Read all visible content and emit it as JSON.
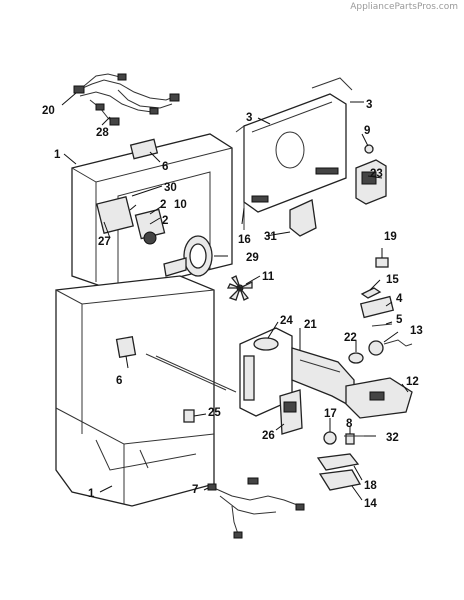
{
  "source": "AppliancePartsPros.com",
  "callouts": [
    {
      "id": "c20",
      "label": "20"
    },
    {
      "id": "c28",
      "label": "28"
    },
    {
      "id": "c3a",
      "label": "3"
    },
    {
      "id": "c3b",
      "label": "3"
    },
    {
      "id": "c9",
      "label": "9"
    },
    {
      "id": "c1a",
      "label": "1"
    },
    {
      "id": "c6a",
      "label": "6"
    },
    {
      "id": "c23",
      "label": "23"
    },
    {
      "id": "c30",
      "label": "30"
    },
    {
      "id": "c2a",
      "label": "2"
    },
    {
      "id": "c10",
      "label": "10"
    },
    {
      "id": "c2b",
      "label": "2"
    },
    {
      "id": "c27",
      "label": "27"
    },
    {
      "id": "c16",
      "label": "16"
    },
    {
      "id": "c31",
      "label": "31"
    },
    {
      "id": "c19",
      "label": "19"
    },
    {
      "id": "c29",
      "label": "29"
    },
    {
      "id": "c11",
      "label": "11"
    },
    {
      "id": "c15",
      "label": "15"
    },
    {
      "id": "c4",
      "label": "4"
    },
    {
      "id": "c5",
      "label": "5"
    },
    {
      "id": "c24",
      "label": "24"
    },
    {
      "id": "c21",
      "label": "21"
    },
    {
      "id": "c13",
      "label": "13"
    },
    {
      "id": "c22",
      "label": "22"
    },
    {
      "id": "c6b",
      "label": "6"
    },
    {
      "id": "c12",
      "label": "12"
    },
    {
      "id": "c25",
      "label": "25"
    },
    {
      "id": "c17",
      "label": "17"
    },
    {
      "id": "c8",
      "label": "8"
    },
    {
      "id": "c32",
      "label": "32"
    },
    {
      "id": "c26",
      "label": "26"
    },
    {
      "id": "c18",
      "label": "18"
    },
    {
      "id": "c7",
      "label": "7"
    },
    {
      "id": "c1b",
      "label": "1"
    },
    {
      "id": "c14",
      "label": "14"
    }
  ]
}
